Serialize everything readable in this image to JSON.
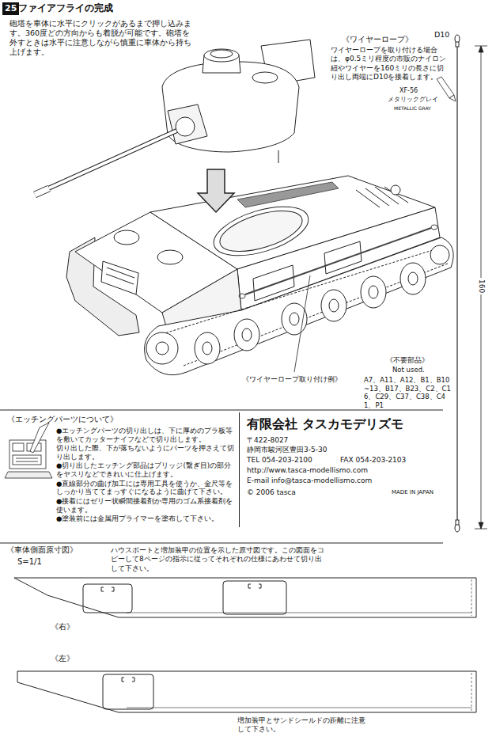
{
  "diagram": {
    "title": "ファイアフライの完成",
    "nodes": [
      {
        "text": [
          "25"
        ]
      },
      {
        "text": [
          "《エッチングパーツについて》",
          "●エッチングパーツの切り出しは、下に厚めのプラ板等を敷いてカッターナイフなどで切り出します。",
          "切り出した際、下が落ちないようにパーツを押さえて切り出します。",
          "●切り出したエッチング部品はブリッジ(繋ぎ目)の部分をヤスリなどできれいに仕上げます。",
          "●直線部分の曲げ加工には専用工具を使うか、金尺等をしっかり当ててまっすぐになるように曲げて下さい。",
          "●接着にはゼリー状瞬間接着剤か専用のゴム系接着剤を使います。",
          "●塗装前には金属用プライマーを塗布して下さい。"
        ]
      }
    ],
    "labels": [
      "砲塔を車体に水平にクリックがあるまで押し込みます。360度どの方向からも着脱が可能です。砲塔を外すときは水平に注意しながら慎重に車体から持ち上げます。",
      "《ワイヤーロープ》",
      "D10",
      "ワイヤーロープを取り付ける場合は、φ0.5ミリ程度の市販のナイロン紐やワイヤーを160ミリの長さに切り出し両端にD10を接着します。",
      "XF-56",
      "メタリックグレイ",
      "METALLIC GRAY",
      "160",
      "《ワイヤーロープ取り付け例》",
      "《不要部品》",
      "Not used.",
      "A7、A11、A12、B1、B10~13、B17、B23、C2、C16、C29、C37、C38、C41、P1",
      "有限会社 タスカモデリズモ",
      "〒422-8027",
      "静岡市駿河区豊田3-5-30",
      "TEL 054-203-2100",
      "FAX 054-203-2103",
      "http://www.tasca-modellismo.com",
      "E-mail info@tasca-modellismo.com",
      "© 2006 tasca",
      "MADE IN JAPAN",
      "《車体側面原寸図》",
      "S=1/1",
      "ハウスボートと増加装甲の位置を示した原寸図です。この図面をコピーして8ページの指示に従ってそれぞれの仕様にあわせて切り出して下さい。",
      "《右》",
      "《左》",
      "増加装甲とサンドシールドの距離に注意して下さい。"
    ]
  }
}
